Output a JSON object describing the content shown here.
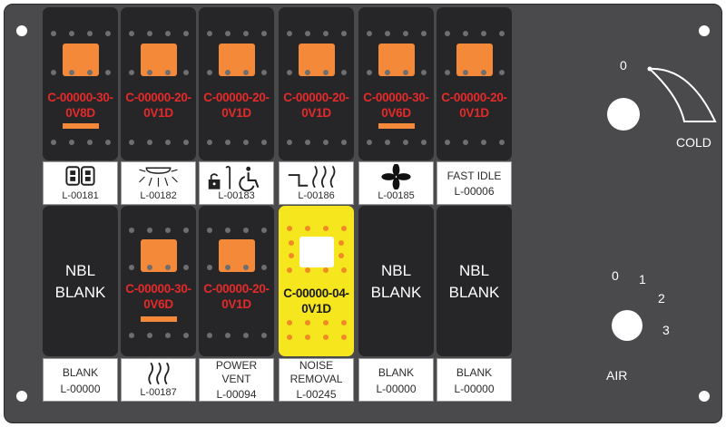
{
  "switches_top": [
    {
      "code": [
        "C-00000-30-",
        "0V8D"
      ],
      "label_code": "L-00181",
      "icon": "dual-rectangles-icon",
      "has_bar": true
    },
    {
      "code": [
        "C-00000-20-",
        "0V1D"
      ],
      "label_code": "L-00182",
      "icon": "dome-light-icon",
      "has_bar": false
    },
    {
      "code": [
        "C-00000-20-",
        "0V1D"
      ],
      "label_code": "L-00183",
      "icon": "lock-wheelchair-icon",
      "has_bar": false
    },
    {
      "code": [
        "C-00000-20-",
        "0V1D"
      ],
      "label_code": "L-00186",
      "icon": "step-heat-icon",
      "has_bar": false
    },
    {
      "code": [
        "C-00000-30-",
        "0V6D"
      ],
      "label_code": "L-00185",
      "icon": "fan-icon",
      "has_bar": true
    },
    {
      "code": [
        "C-00000-20-",
        "0V1D"
      ],
      "label_text": "FAST IDLE",
      "label_code": "L-00006",
      "icon": "",
      "has_bar": false
    }
  ],
  "switches_bottom": [
    {
      "blank_text": [
        "NBL",
        "BLANK"
      ],
      "label_text": "BLANK",
      "label_code": "L-00000"
    },
    {
      "code": [
        "C-00000-30-",
        "0V6D"
      ],
      "label_code": "L-00187",
      "icon": "heat-waves-icon",
      "has_bar": true
    },
    {
      "code": [
        "C-00000-20-",
        "0V1D"
      ],
      "label_text": [
        "POWER",
        "VENT"
      ],
      "label_code": "L-00094",
      "has_bar": false
    },
    {
      "code": [
        "C-00000-04-",
        "0V1D"
      ],
      "label_text": [
        "NOISE",
        "REMOVAL"
      ],
      "label_code": "L-00245",
      "variant": "yellow"
    },
    {
      "blank_text": [
        "NBL",
        "BLANK"
      ],
      "label_text": "BLANK",
      "label_code": "L-00000"
    },
    {
      "blank_text": [
        "NBL",
        "BLANK"
      ],
      "label_text": "BLANK",
      "label_code": "L-00000"
    }
  ],
  "temp_knob": {
    "zero_label": "0",
    "cold_label": "COLD"
  },
  "air_knob": {
    "positions": [
      "0",
      "1",
      "2",
      "3"
    ],
    "label": "AIR"
  },
  "colors": {
    "panel": "#4a4a4c",
    "switch": "#262628",
    "led_orange": "#f5893a",
    "code_red": "#e42a2a",
    "highlight_yellow": "#f5e61e"
  }
}
